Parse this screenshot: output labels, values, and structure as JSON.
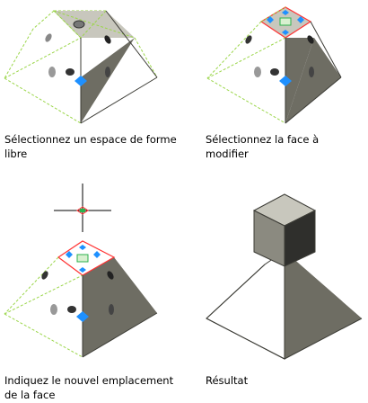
{
  "panels": [
    {
      "caption": "Sélectionnez un espace de forme libre"
    },
    {
      "caption": "Sélectionnez la face à modifier"
    },
    {
      "caption": "Indiquez le nouvel emplacement de la face"
    },
    {
      "caption": "Résultat"
    }
  ],
  "colors": {
    "dark_face": "#6e6d63",
    "top_face": "#c8c7bd",
    "dashed_edge": "#9bd64a",
    "selection": "#ff3333",
    "grip": "#1e90ff"
  }
}
